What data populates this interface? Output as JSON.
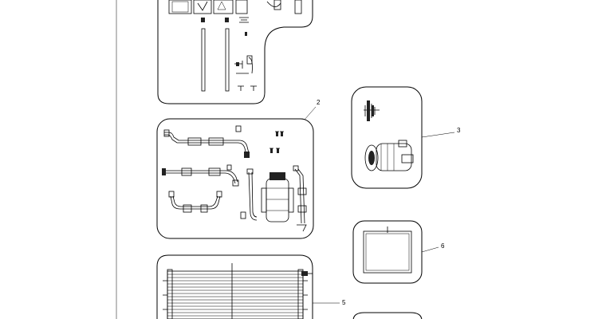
{
  "callouts": {
    "group_2": "2",
    "group_3": "3",
    "group_5": "5",
    "group_6": "6"
  }
}
